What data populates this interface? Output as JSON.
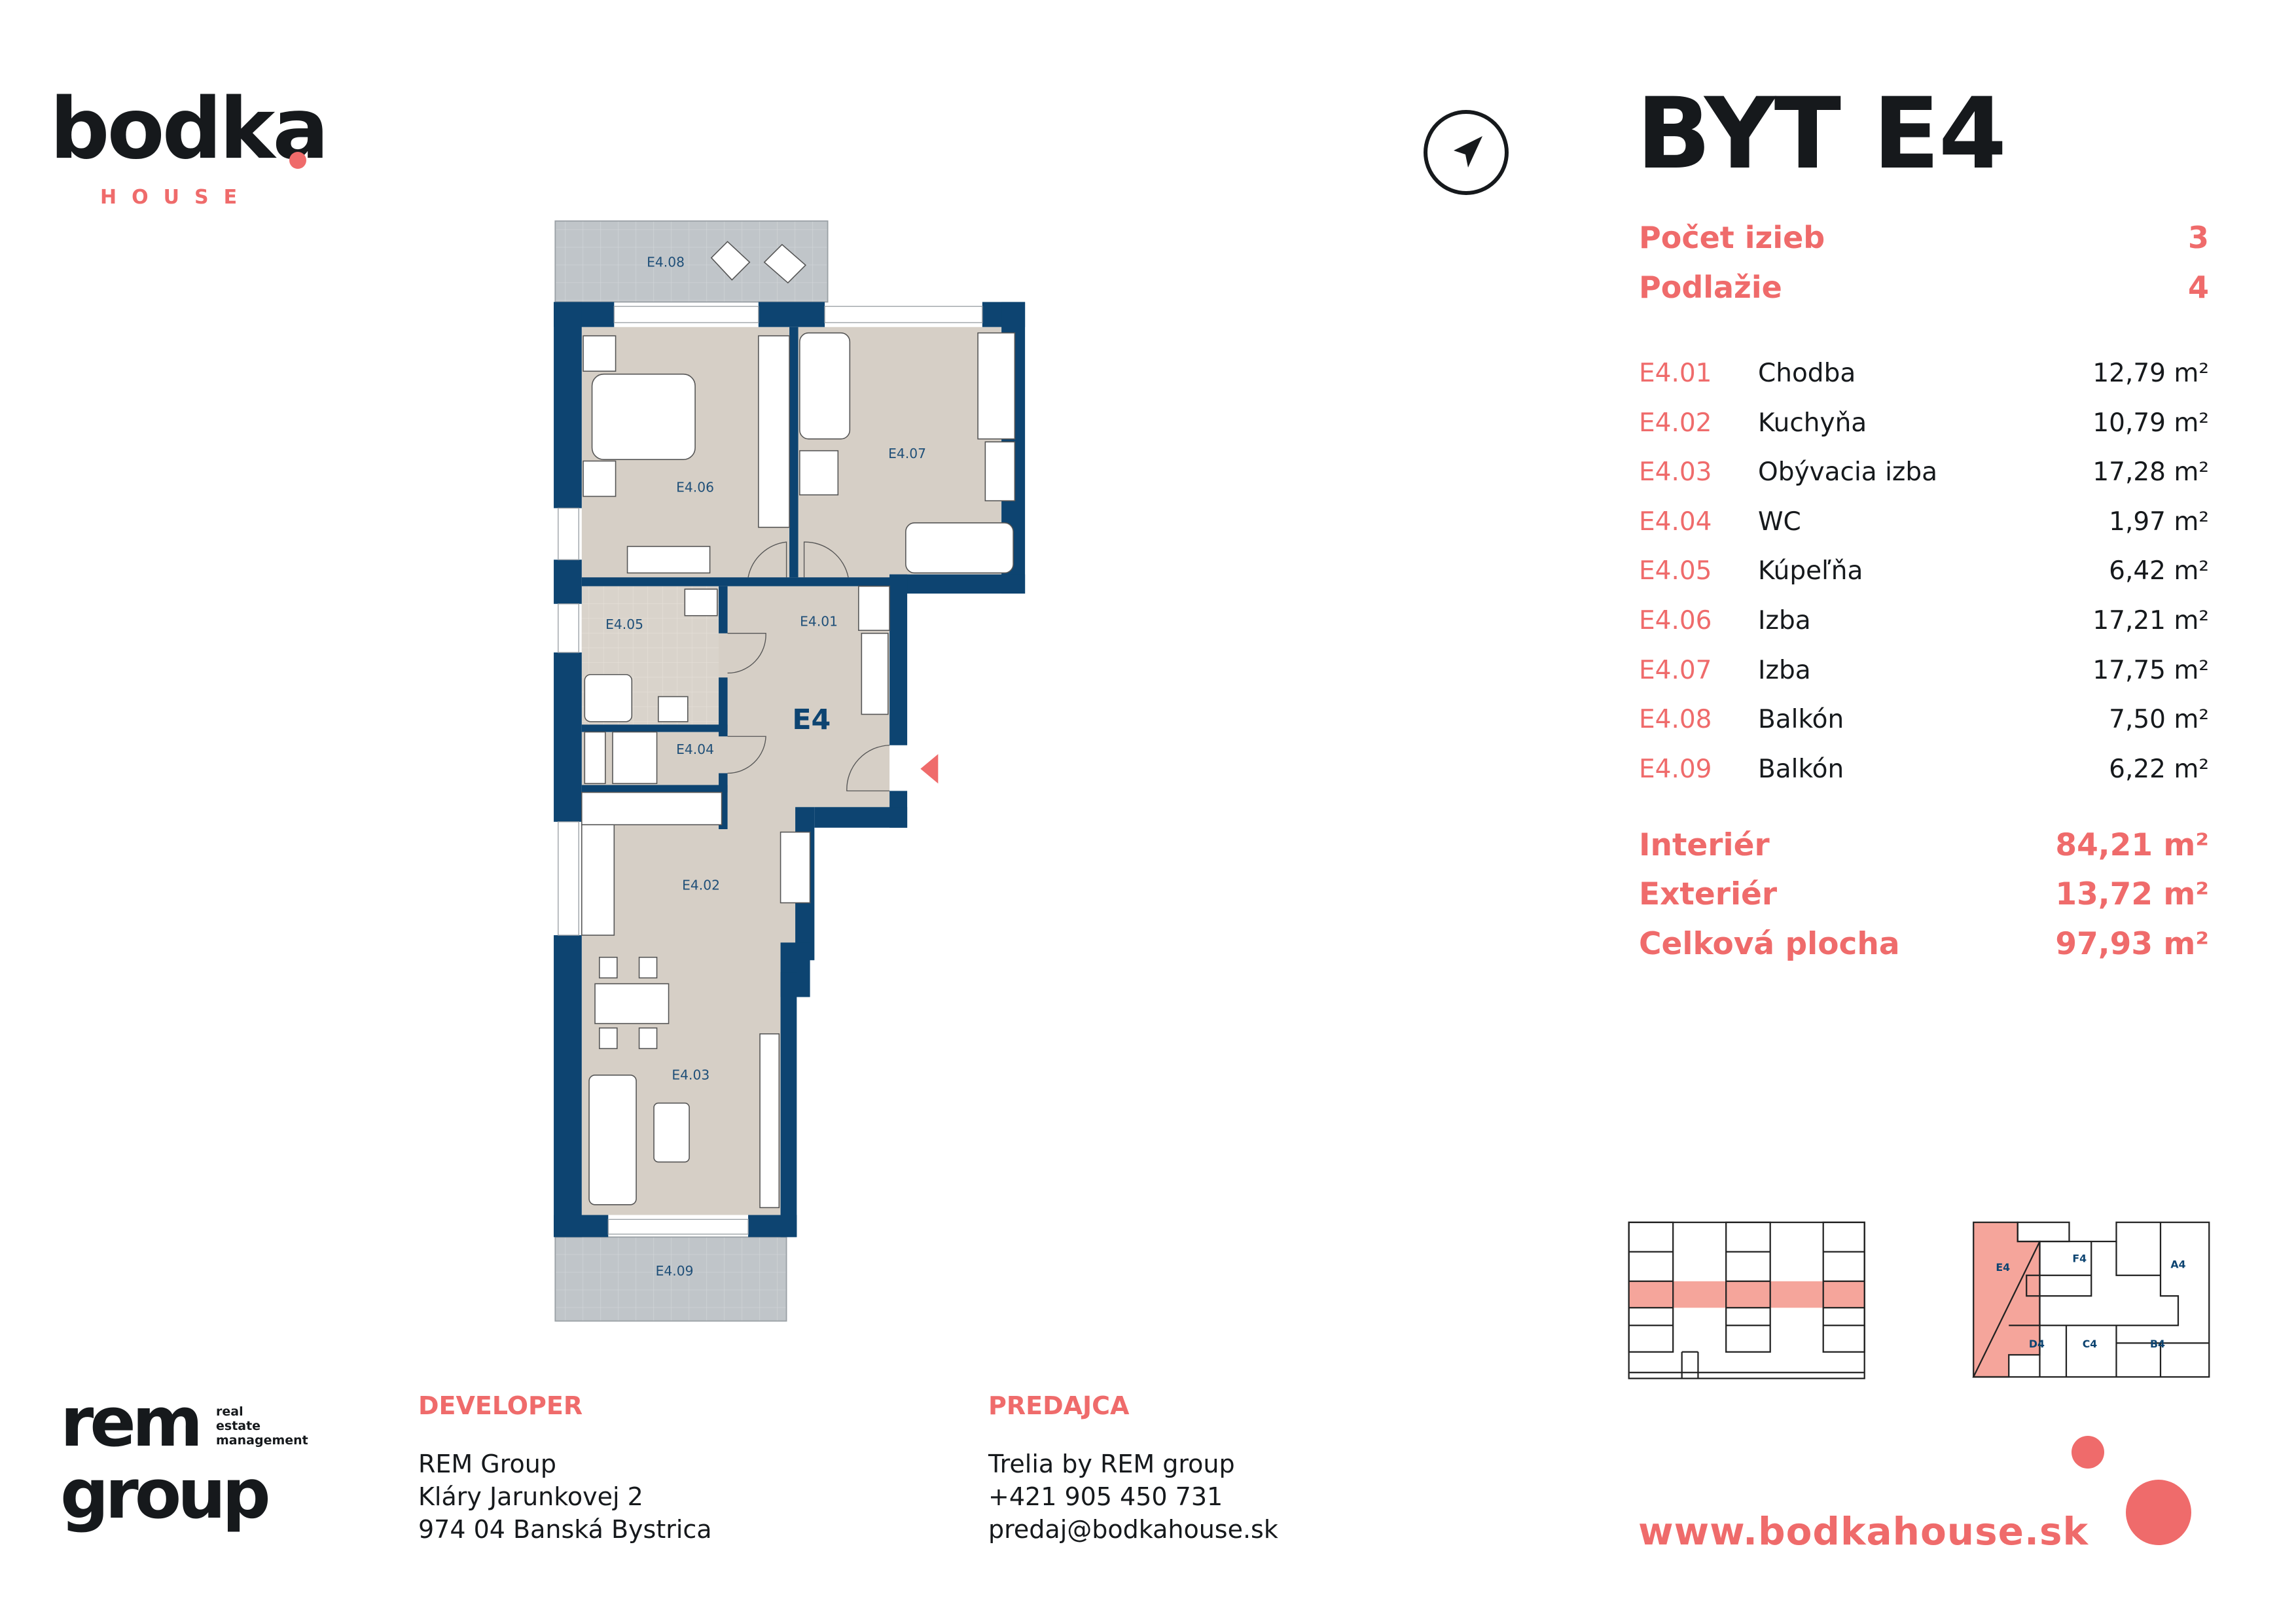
{
  "brand": {
    "name": "bodka",
    "subtitle": "HOUSE",
    "accent": "#ef6b6b",
    "wall_color": "#0d4471"
  },
  "title": "BYT E4",
  "summary": [
    {
      "label": "Počet izieb",
      "value": "3"
    },
    {
      "label": "Podlažie",
      "value": "4"
    }
  ],
  "rooms": [
    {
      "code": "E4.01",
      "name": "Chodba",
      "area": "12,79 m²"
    },
    {
      "code": "E4.02",
      "name": "Kuchyňa",
      "area": "10,79 m²"
    },
    {
      "code": "E4.03",
      "name": "Obývacia izba",
      "area": "17,28 m²"
    },
    {
      "code": "E4.04",
      "name": "WC",
      "area": "1,97 m²"
    },
    {
      "code": "E4.05",
      "name": "Kúpeľňa",
      "area": "6,42 m²"
    },
    {
      "code": "E4.06",
      "name": "Izba",
      "area": "17,21 m²"
    },
    {
      "code": "E4.07",
      "name": "Izba",
      "area": "17,75 m²"
    },
    {
      "code": "E4.08",
      "name": "Balkón",
      "area": "7,50 m²"
    },
    {
      "code": "E4.09",
      "name": "Balkón",
      "area": "6,22 m²"
    }
  ],
  "totals": [
    {
      "label": "Interiér",
      "value": "84,21 m²"
    },
    {
      "label": "Exteriér",
      "value": "13,72 m²"
    },
    {
      "label": "Celková plocha",
      "value": "97,93 m²"
    }
  ],
  "plan": {
    "unit_label": "E4",
    "compass_icon": "north-arrow-icon",
    "entrance_icon": "entrance-triangle-icon"
  },
  "keyplan": {
    "units": [
      "E4",
      "F4",
      "A4",
      "D4",
      "C4",
      "B4"
    ],
    "highlight": "E4"
  },
  "developer": {
    "heading": "DEVELOPER",
    "lines": [
      "REM Group",
      "Kláry Jarunkovej 2",
      "974 04 Banská Bystrica"
    ]
  },
  "seller": {
    "heading": "PREDAJCA",
    "lines": [
      "Trelia by REM group",
      "+421 905 450 731",
      "predaj@bodkahouse.sk"
    ]
  },
  "rem_logo": {
    "word1": "rem",
    "word2": "group",
    "tagline": [
      "real",
      "estate",
      "management"
    ]
  },
  "website": "www.bodkahouse.sk"
}
